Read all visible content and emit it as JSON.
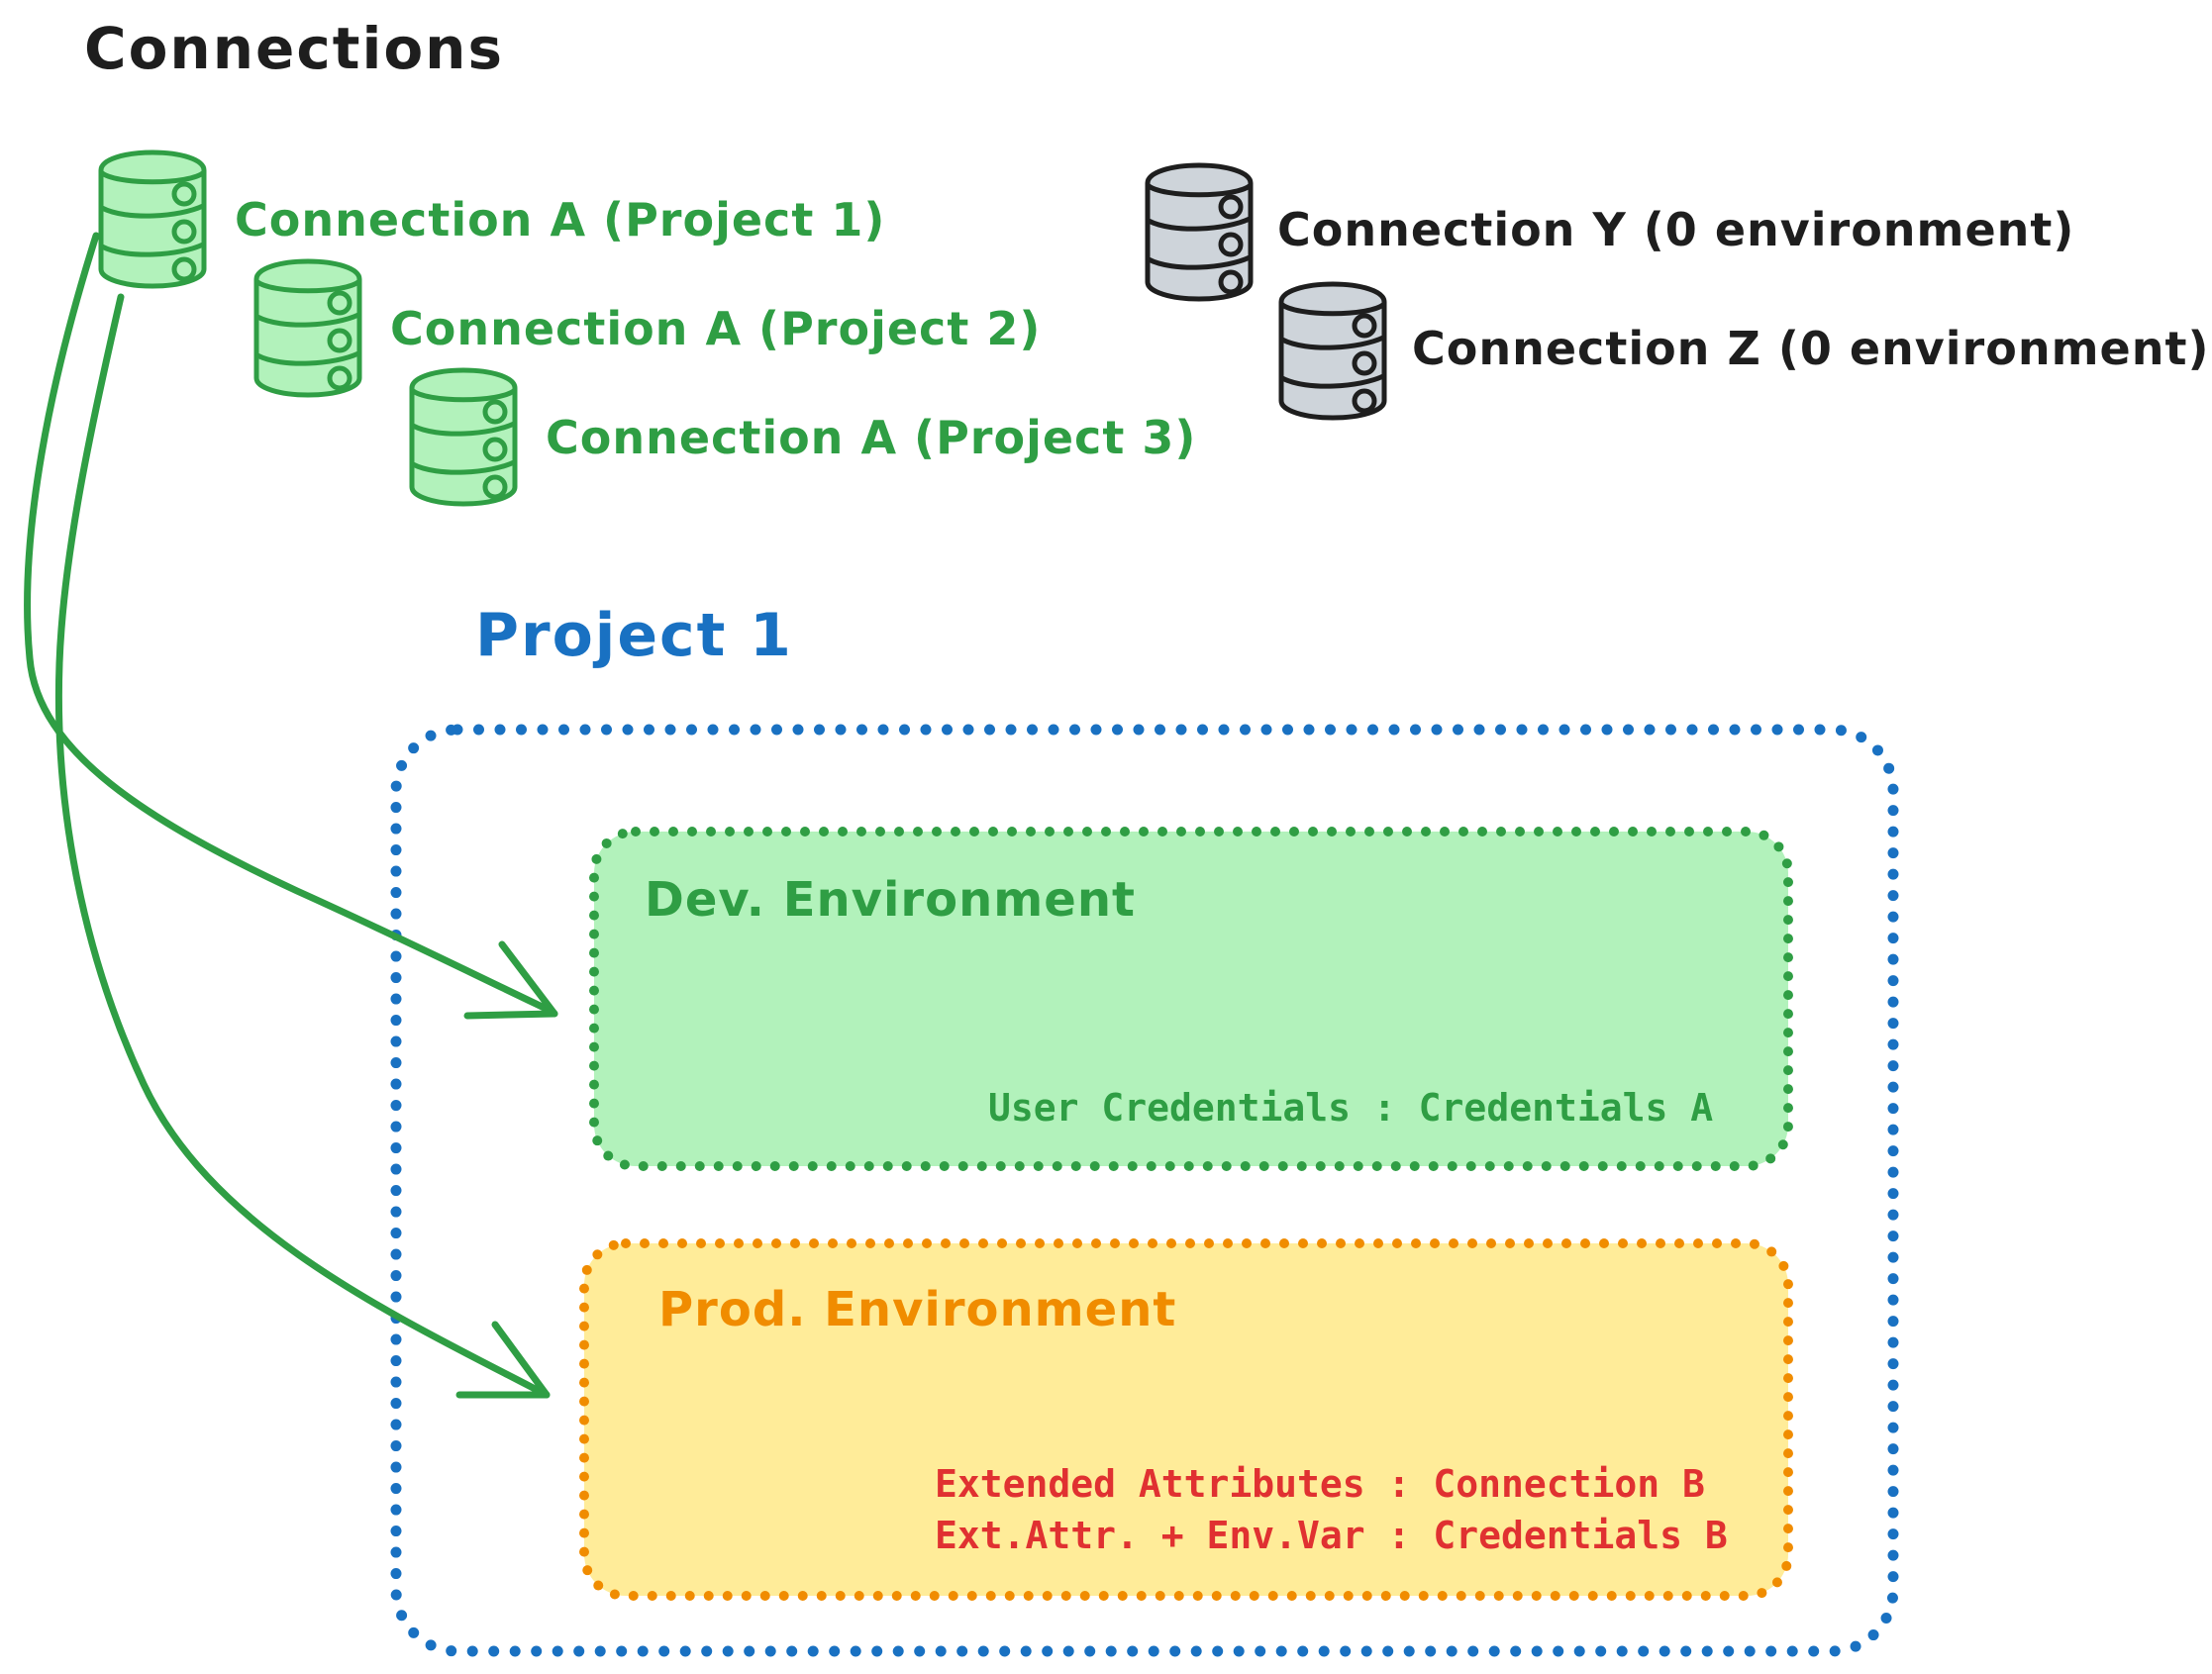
{
  "title": "Connections",
  "shared_connections": [
    {
      "icon": "database-icon",
      "label": "Connection A (Project 1)"
    },
    {
      "icon": "database-icon",
      "label": "Connection A (Project 2)"
    },
    {
      "icon": "database-icon",
      "label": "Connection A (Project 3)"
    }
  ],
  "standalone_connections": [
    {
      "icon": "database-icon",
      "label": "Connection Y (0 environment)"
    },
    {
      "icon": "database-icon",
      "label": "Connection Z (0 environment)"
    }
  ],
  "project": {
    "title": "Project 1",
    "dev_environment": {
      "name": "Dev. Environment",
      "mapping": "User Credentials : Credentials A"
    },
    "prod_environment": {
      "name": "Prod. Environment",
      "mapping_line1": "Extended Attributes : Connection B",
      "mapping_line2": "Ext.Attr. + Env.Var : Credentials B"
    }
  },
  "colors": {
    "ink": "#1e1e1e",
    "green_stroke": "#2f9e44",
    "green_fill": "#b2f2bb",
    "gray_fill": "#ced4da",
    "blue": "#1971c2",
    "orange_stroke": "#f08c00",
    "orange_fill": "#ffec99",
    "red": "#e03131"
  }
}
